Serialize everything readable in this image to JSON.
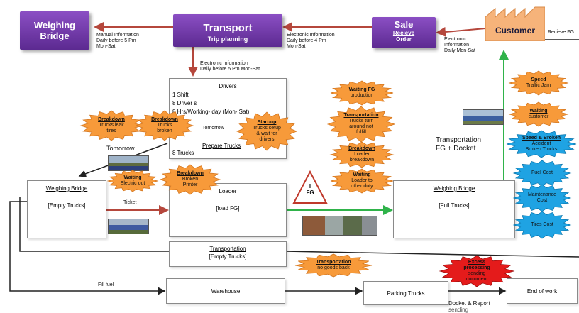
{
  "colors": {
    "purple": "#6a35a8",
    "customer": "#f6b37a",
    "burst_orange": "#f79a3a",
    "burst_blue": "#1fa3e3",
    "burst_red": "#e41b1b",
    "arrow_red": "#b5473c",
    "arrow_green": "#2fb34a"
  },
  "top": {
    "weighing_bridge": "Weighing Bridge",
    "transport_title": "Transport",
    "transport_sub": "Trip planning",
    "sale_title": "Sale",
    "sale_sub1": "Recieve",
    "sale_sub2": "Order",
    "customer": "Customer",
    "recieve_fg": "Recieve FG",
    "manual_info": [
      "Manual Information",
      "Daily before 5 Pm",
      "Mon-Sat"
    ],
    "elec_info_4pm": [
      "Electronic Information",
      "Daily before 4 Pm",
      "Mon-Sat"
    ],
    "elec_info_customer": [
      "Electronic",
      "Information",
      "Daily Mon-Sat"
    ],
    "elec_info_drivers": [
      "Electronic Information",
      "Daily before 5 Pm Mon-Sat"
    ]
  },
  "drivers": {
    "title": "Drivers",
    "lines": [
      "1 Shift",
      "8 Driver s",
      "8 Hrs/Working- day (Mon- Sat)"
    ],
    "tomorrow": "Tomorrow",
    "prepare_title": "Prepare Trucks",
    "prepare_value": "8 Trucks"
  },
  "middle": {
    "tomorrow_label": "Tomorrow",
    "wb_empty_title": "Weighing Bridge",
    "wb_empty_value": "[Empty Trucks]",
    "ticket": "Ticket",
    "loader_title": "Loader",
    "loader_value": "[load FG]",
    "inventory": [
      "I",
      "FG"
    ],
    "wb_full_title": "Weighing Bridge",
    "wb_full_value": "[Full Trucks]",
    "transport_fg": [
      "Transportation",
      "FG + Docket"
    ]
  },
  "bottom": {
    "transport_empty_title": "Transportation",
    "transport_empty_value": "[Empty Trucks]",
    "fill_fuel": "Fill fuel",
    "warehouse": "Warehouse",
    "parking": "Parking Trucks",
    "end_of_work": "End of work",
    "docket_report": "Docket & Report",
    "sending_cut": "sending"
  },
  "bursts": {
    "breakdown_tires": {
      "title": "Breakdown",
      "lines": [
        "Trucks leak",
        "tires"
      ]
    },
    "breakdown_trucks": {
      "title": "Breakdown",
      "lines": [
        "Trucks",
        "broken"
      ]
    },
    "startup": {
      "title": "Start-up",
      "lines": [
        "Trucks setup",
        "& wait for",
        "drivers"
      ]
    },
    "waiting_electric": {
      "title": "Waiting",
      "lines": [
        "Electric out"
      ]
    },
    "breakdown_printer": {
      "title": "Breakdown",
      "lines": [
        "Broken",
        "Printer"
      ]
    },
    "waiting_fg": {
      "title": "Waiting FG",
      "lines": [
        "production"
      ]
    },
    "transportation_turn": {
      "title": "Transportation",
      "lines": [
        "Trucks turn",
        "around not",
        "fulfill"
      ]
    },
    "breakdown_loader": {
      "title": "Breakdown",
      "lines": [
        "Loader",
        "breakdown"
      ]
    },
    "waiting_loader": {
      "title": "Waiting",
      "lines": [
        "Loader to",
        "other duty"
      ]
    },
    "transportation_nogoods": {
      "title": "Transportation",
      "lines": [
        "no goods back"
      ]
    },
    "speed_traffic": {
      "title": "Speed",
      "lines": [
        "Traffic Jam"
      ]
    },
    "waiting_customer": {
      "title": "Waiting",
      "lines": [
        "customer"
      ]
    },
    "speed_broken": {
      "title": "Speed & Broken",
      "lines": [
        "Accident",
        "Broken Trucks"
      ]
    },
    "fuel_cost": {
      "title": "",
      "lines": [
        "Fuel Cost"
      ]
    },
    "maintenance_cost": {
      "title": "",
      "lines": [
        "Maintenance",
        "Cost"
      ]
    },
    "tires_cost": {
      "title": "",
      "lines": [
        "Tires Cost"
      ]
    },
    "excess_processing": {
      "title": "Excess",
      "lines": [
        "processing",
        "sending",
        "document"
      ]
    }
  }
}
